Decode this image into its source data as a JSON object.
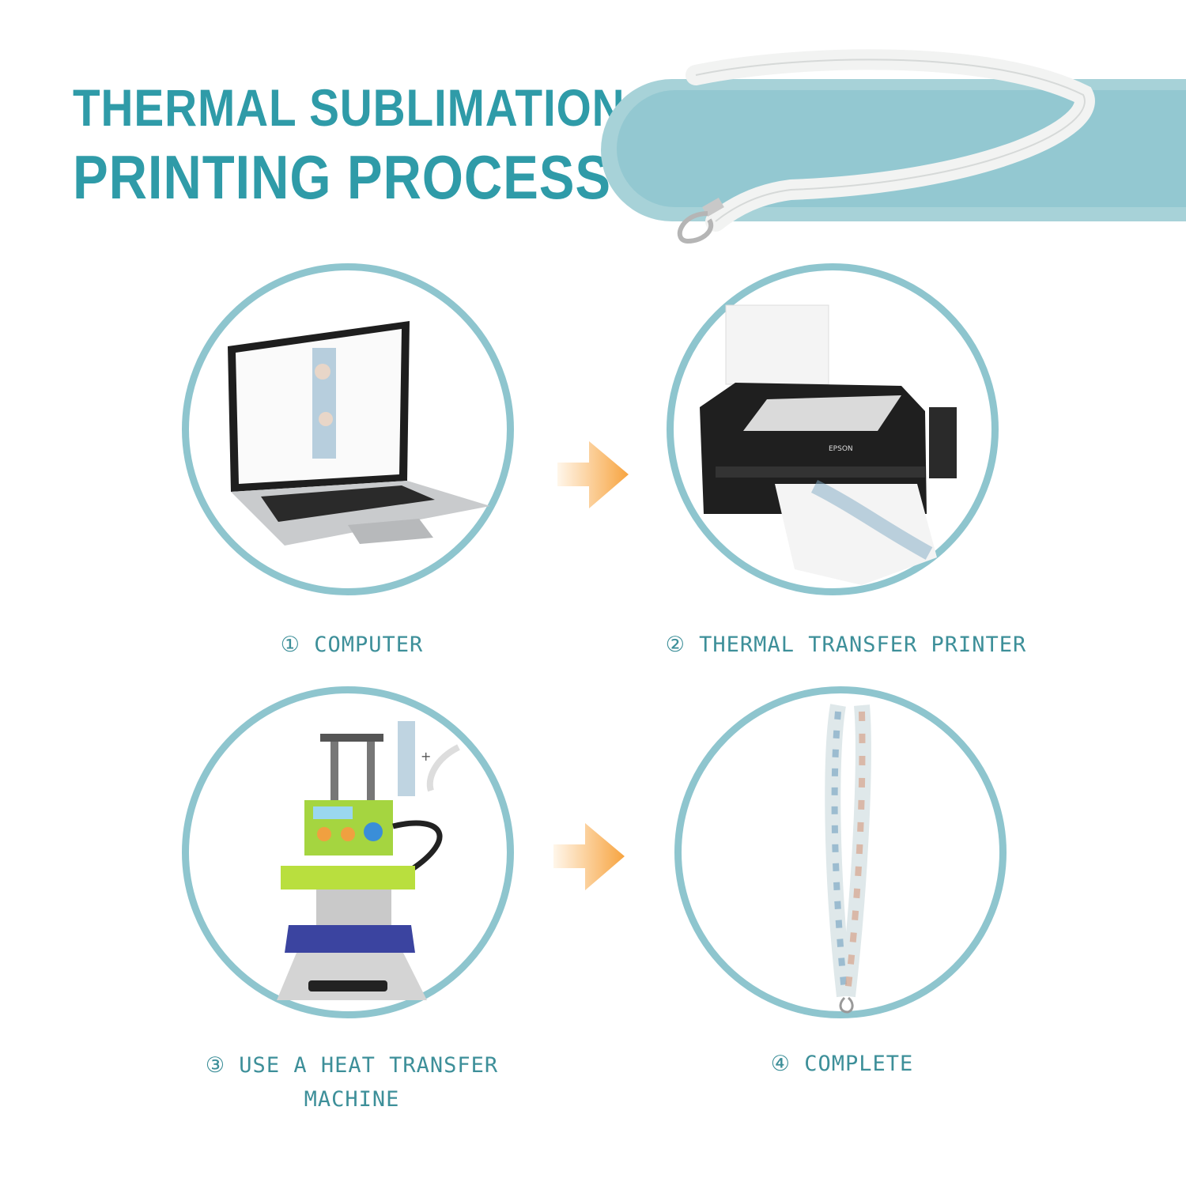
{
  "header": {
    "title_line1": "THERMAL SUBLIMATION",
    "title_line2": "PRINTING PROCESS"
  },
  "steps": [
    {
      "label": "① COMPUTER"
    },
    {
      "label": "② THERMAL TRANSFER PRINTER"
    },
    {
      "label": "③ USE A HEAT TRANSFER",
      "label2": "MACHINE"
    },
    {
      "label": "④ COMPLETE"
    }
  ],
  "printer_brand": "EPSON",
  "colors": {
    "accent": "#2f9ba8",
    "circle": "#8ec5ce",
    "arrow": "#f7a440"
  }
}
